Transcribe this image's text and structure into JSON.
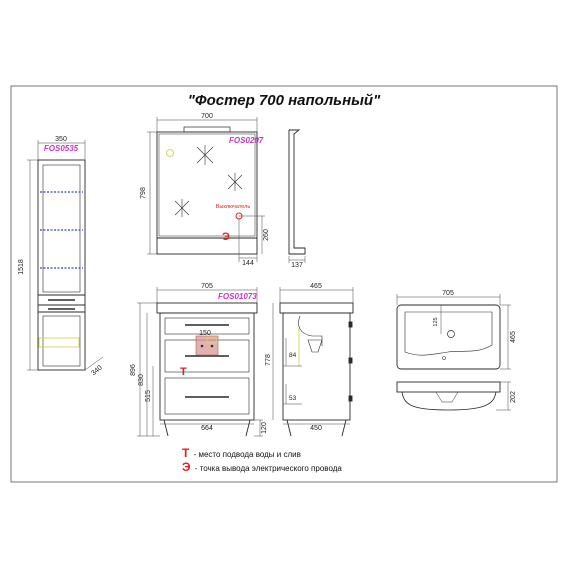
{
  "title": "\"Фостер 700 напольный\"",
  "column": {
    "code": "FOS0535",
    "width": "350",
    "height": "1518",
    "depth": "340"
  },
  "mirror": {
    "code": "FOS0207",
    "width": "700",
    "height": "798",
    "switch_label": "Выключатель",
    "switch_height": "260",
    "switch_offset": "144",
    "side_depth": "137",
    "socket_mark": "Э"
  },
  "vanity_front": {
    "code": "FOS01073",
    "width": "705",
    "bottom_width": "664",
    "height_total": "896",
    "height_body": "830",
    "height_lower": "515",
    "leg_height": "120",
    "outlet_width": "150",
    "water_mark": "T"
  },
  "vanity_side": {
    "depth_top": "465",
    "depth_bottom": "450",
    "height": "778",
    "dim_84": "84",
    "dim_53": "53"
  },
  "basin": {
    "width": "705",
    "depth": "465",
    "hole_offset": "125",
    "height": "202"
  },
  "legend": [
    {
      "mark": "T",
      "text": " - место подвода воды и слив"
    },
    {
      "mark": "Э",
      "text": " - точка вывода электрического провода"
    }
  ],
  "colors": {
    "line": "#2a2a2a",
    "dimension": "#444444",
    "code_magenta": "#cc33cc",
    "shelf_blue": "#3344cc",
    "marker_red": "#e02020",
    "outlet_fill": "#d99090",
    "highlight_yellow": "#d8d860"
  }
}
